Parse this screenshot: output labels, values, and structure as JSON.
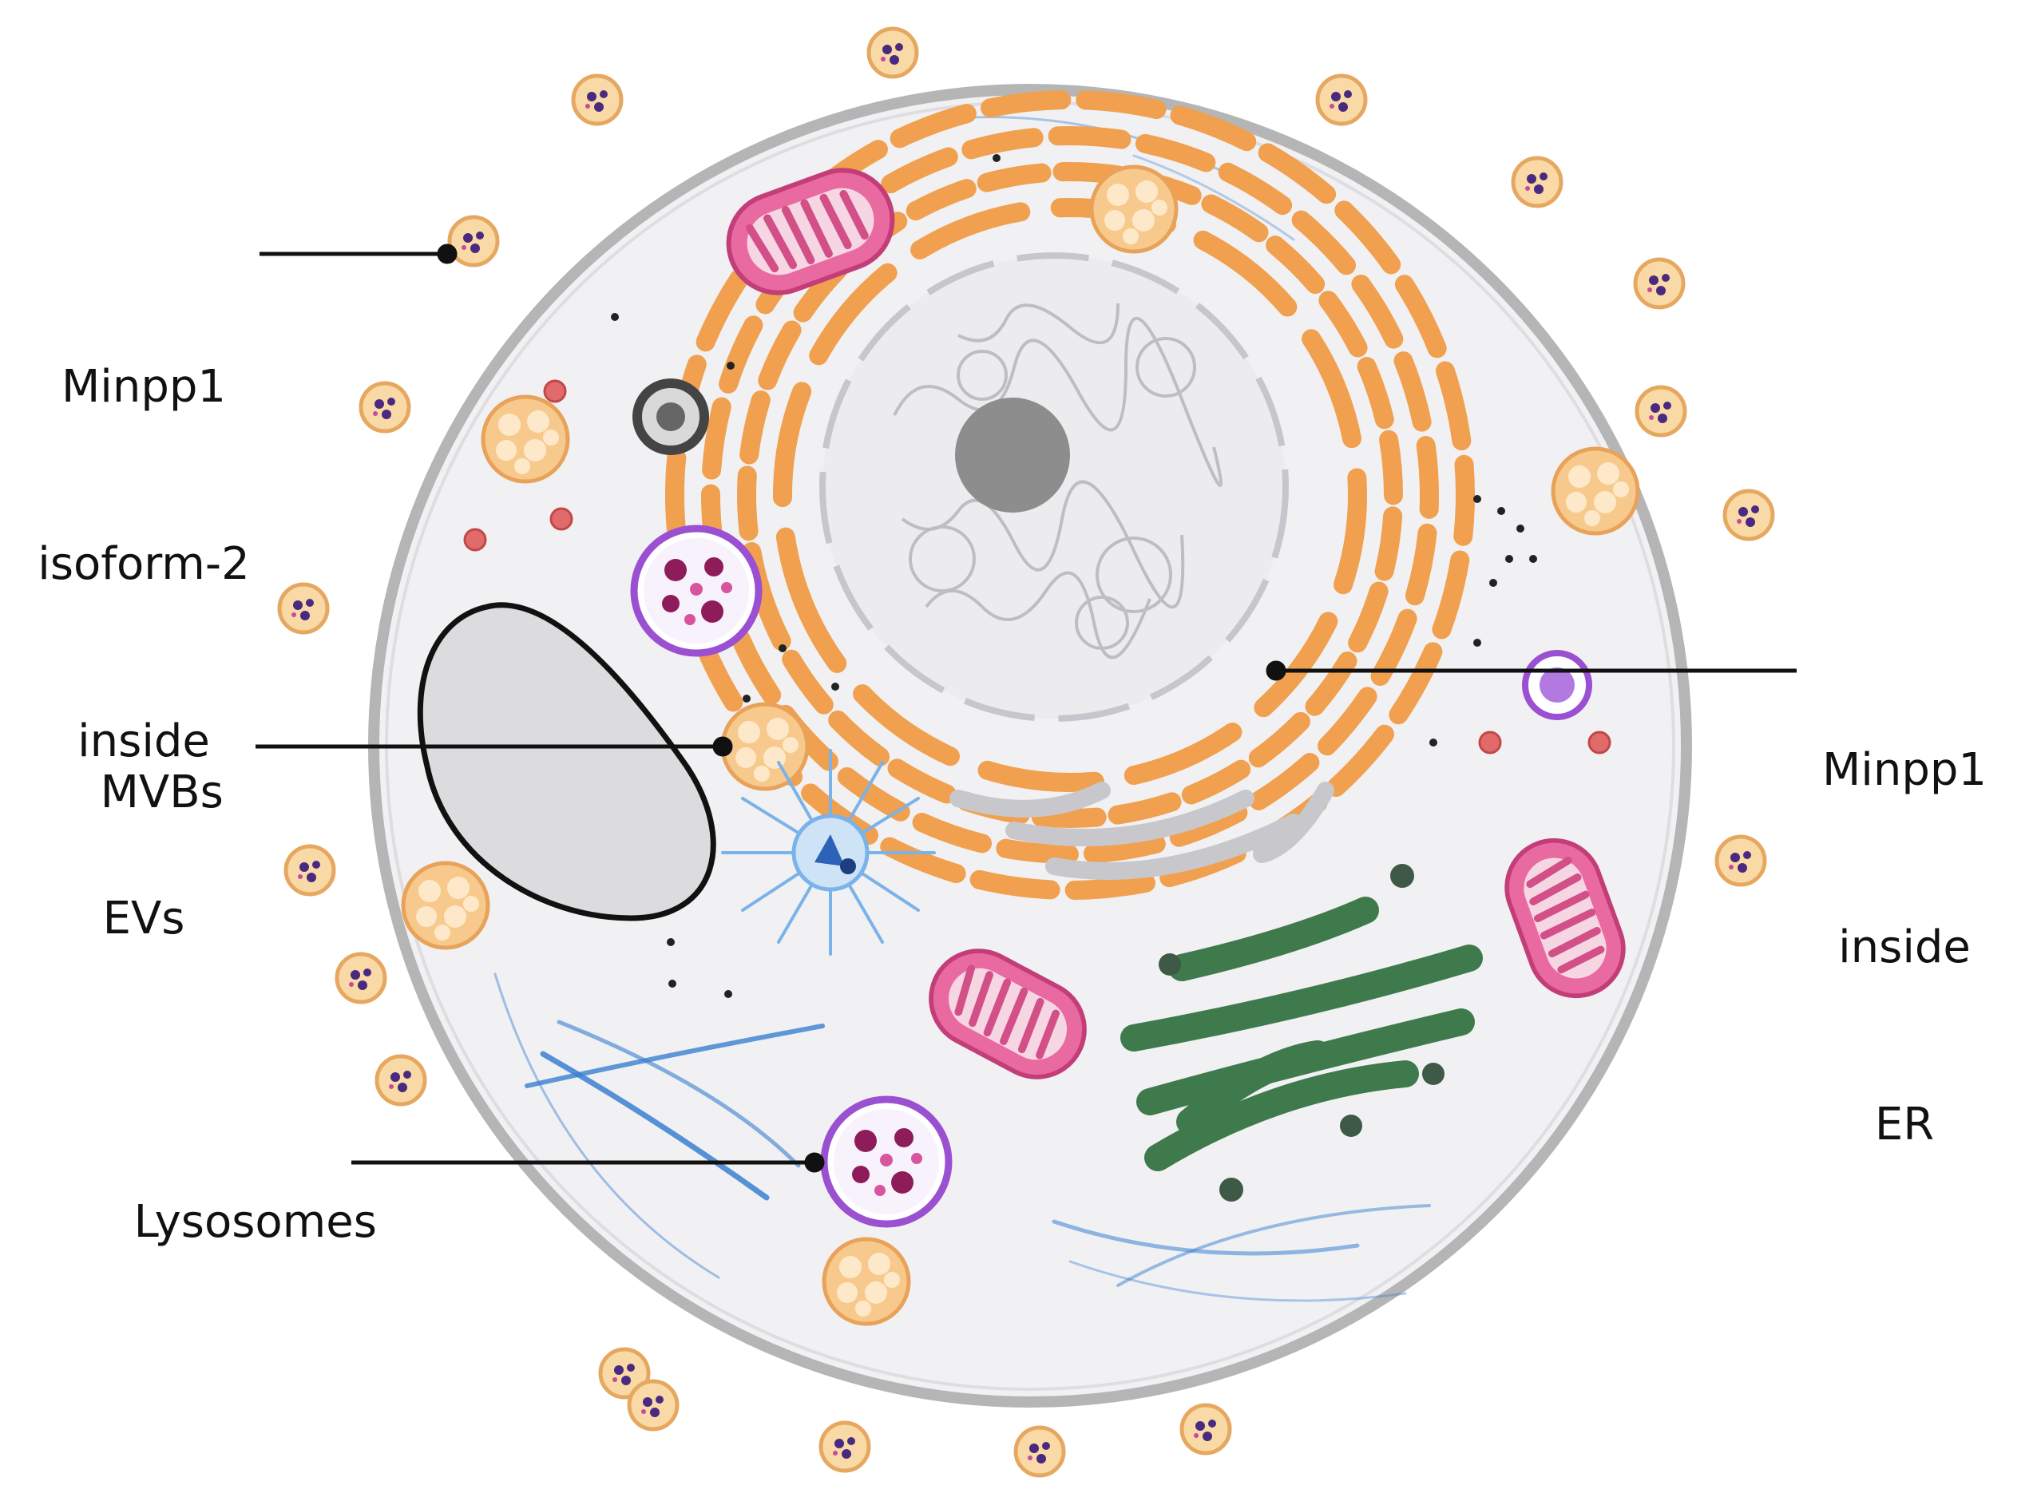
{
  "labels": {
    "evs": {
      "line1": "Minpp1",
      "line2": "isoform-2",
      "line3": "inside",
      "line4": "EVs"
    },
    "mvbs": {
      "text": "MVBs"
    },
    "lysosomes": {
      "text": "Lysosomes"
    },
    "er": {
      "line1": "Minpp1",
      "line2": "inside",
      "line3": "ER"
    }
  },
  "colors": {
    "membrane": "#b5b5b5",
    "cytoplasm": "#f1f1f3",
    "er": "#f0a04e",
    "nucleolus": "#8d8d8d",
    "golgi": "#3f7a4c",
    "mitochondria": "#d9548a",
    "vesicle": "#f8c98c",
    "lysosome": "#9b4fd1",
    "ev_core": "#4a2a80",
    "filament": "#3b7fd0",
    "leader_line": "#111111"
  },
  "icons": [
    "ev-icon",
    "mvb-icon",
    "lysosome-icon",
    "mitochondrion-icon",
    "golgi-icon",
    "centrosome-icon",
    "nucleus-icon",
    "er-icon",
    "vacuole-icon"
  ]
}
